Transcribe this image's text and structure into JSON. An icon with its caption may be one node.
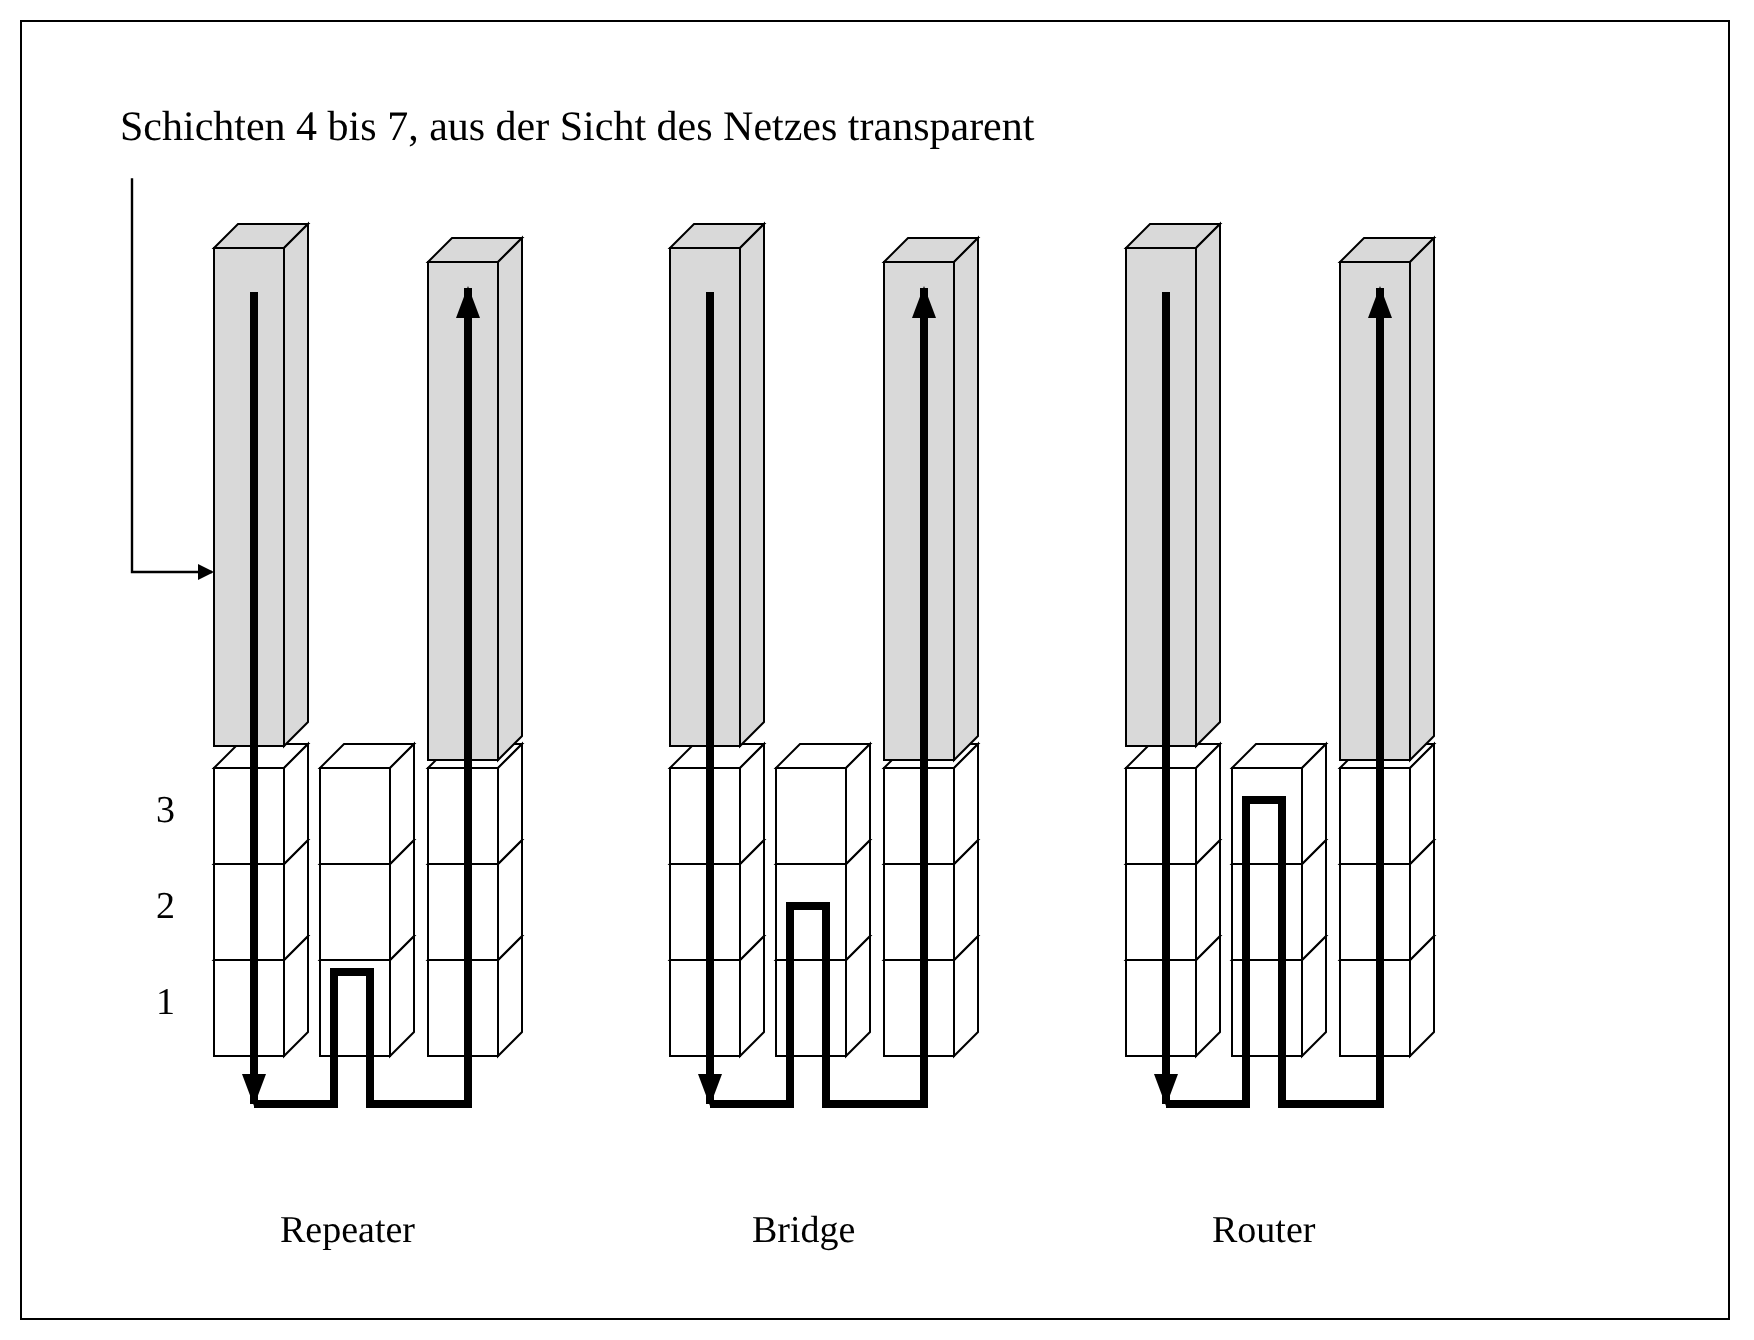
{
  "diagram": {
    "nodes": [
      {
        "text": [
          "Schichten 4 bis 7, aus der Sicht des Netzes transparent"
        ]
      },
      {
        "text": [],
        "shape": "picture"
      },
      {
        "text": [],
        "shape": "picture"
      },
      {
        "text": [],
        "shape": "picture"
      }
    ],
    "edges": [
      {
        "from": 0,
        "to": 1,
        "arrow": "to"
      }
    ],
    "labels": [
      "3",
      "2",
      "1",
      "Repeater",
      "Bridge",
      "Router"
    ]
  }
}
